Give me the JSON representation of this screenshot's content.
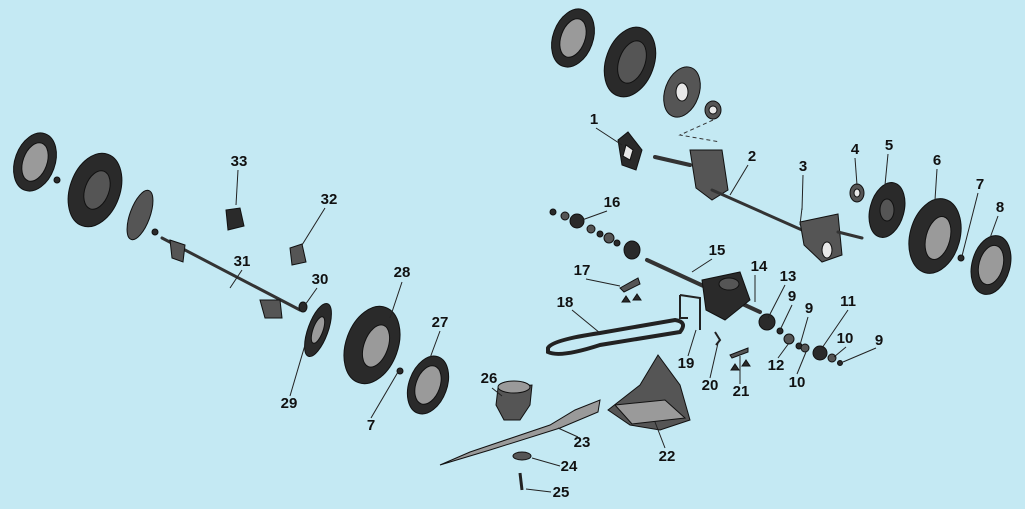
{
  "diagram": {
    "title": "Lawn mower drive assembly exploded parts diagram",
    "background": "#c4e9f3",
    "callouts": [
      "1",
      "2",
      "3",
      "4",
      "5",
      "6",
      "7",
      "8",
      "9",
      "9",
      "9",
      "10",
      "10",
      "11",
      "12",
      "13",
      "14",
      "15",
      "16",
      "17",
      "18",
      "19",
      "20",
      "21",
      "22",
      "23",
      "24",
      "25",
      "26",
      "27",
      "28",
      "29",
      "30",
      "31",
      "32",
      "33",
      "7"
    ]
  }
}
